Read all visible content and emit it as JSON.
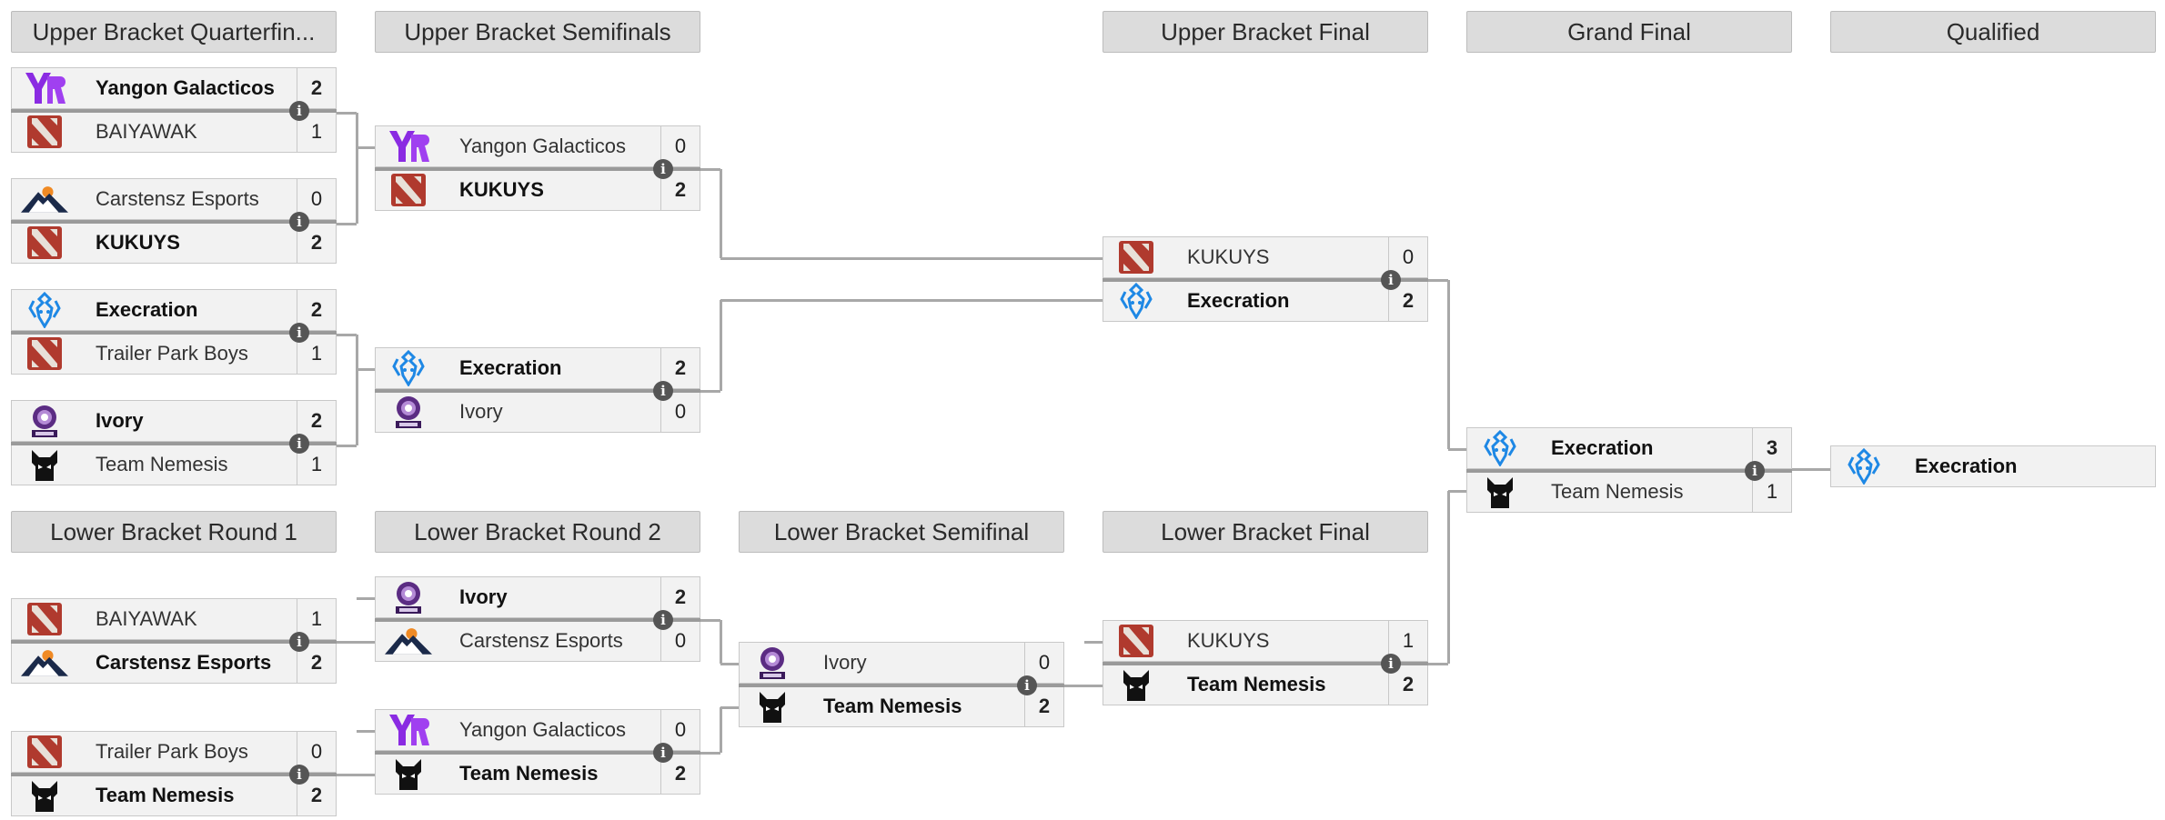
{
  "headers": {
    "ubqf": "Upper Bracket Quarterfin...",
    "ubsf": "Upper Bracket Semifinals",
    "ubf": "Upper Bracket Final",
    "gf": "Grand Final",
    "qualified": "Qualified",
    "lbr1": "Lower Bracket Round 1",
    "lbr2": "Lower Bracket Round 2",
    "lbsf": "Lower Bracket Semifinal",
    "lbf": "Lower Bracket Final"
  },
  "matches": {
    "ubqf1": {
      "top": {
        "name": "Yangon Galacticos",
        "score": "2",
        "logo": "yangon-logo"
      },
      "bottom": {
        "name": "BAIYAWAK",
        "score": "1",
        "logo": "dota-logo"
      }
    },
    "ubqf2": {
      "top": {
        "name": "Carstensz Esports",
        "score": "0",
        "logo": "carstensz-logo"
      },
      "bottom": {
        "name": "KUKUYS",
        "score": "2",
        "logo": "dota-logo"
      }
    },
    "ubqf3": {
      "top": {
        "name": "Execration",
        "score": "2",
        "logo": "execration-logo"
      },
      "bottom": {
        "name": "Trailer Park Boys",
        "score": "1",
        "logo": "dota-logo"
      }
    },
    "ubqf4": {
      "top": {
        "name": "Ivory",
        "score": "2",
        "logo": "ivory-logo"
      },
      "bottom": {
        "name": "Team Nemesis",
        "score": "1",
        "logo": "nemesis-logo"
      }
    },
    "ubsf1": {
      "top": {
        "name": "Yangon Galacticos",
        "score": "0",
        "logo": "yangon-logo"
      },
      "bottom": {
        "name": "KUKUYS",
        "score": "2",
        "logo": "dota-logo"
      }
    },
    "ubsf2": {
      "top": {
        "name": "Execration",
        "score": "2",
        "logo": "execration-logo"
      },
      "bottom": {
        "name": "Ivory",
        "score": "0",
        "logo": "ivory-logo"
      }
    },
    "ubf": {
      "top": {
        "name": "KUKUYS",
        "score": "0",
        "logo": "dota-logo"
      },
      "bottom": {
        "name": "Execration",
        "score": "2",
        "logo": "execration-logo"
      }
    },
    "gf": {
      "top": {
        "name": "Execration",
        "score": "3",
        "logo": "execration-logo"
      },
      "bottom": {
        "name": "Team Nemesis",
        "score": "1",
        "logo": "nemesis-logo"
      }
    },
    "lbr1a": {
      "top": {
        "name": "BAIYAWAK",
        "score": "1",
        "logo": "dota-logo"
      },
      "bottom": {
        "name": "Carstensz Esports",
        "score": "2",
        "logo": "carstensz-logo"
      }
    },
    "lbr1b": {
      "top": {
        "name": "Trailer Park Boys",
        "score": "0",
        "logo": "dota-logo"
      },
      "bottom": {
        "name": "Team Nemesis",
        "score": "2",
        "logo": "nemesis-logo"
      }
    },
    "lbr2a": {
      "top": {
        "name": "Ivory",
        "score": "2",
        "logo": "ivory-logo"
      },
      "bottom": {
        "name": "Carstensz Esports",
        "score": "0",
        "logo": "carstensz-logo"
      }
    },
    "lbr2b": {
      "top": {
        "name": "Yangon Galacticos",
        "score": "0",
        "logo": "yangon-logo"
      },
      "bottom": {
        "name": "Team Nemesis",
        "score": "2",
        "logo": "nemesis-logo"
      }
    },
    "lbsf": {
      "top": {
        "name": "Ivory",
        "score": "0",
        "logo": "ivory-logo"
      },
      "bottom": {
        "name": "Team Nemesis",
        "score": "2",
        "logo": "nemesis-logo"
      }
    },
    "lbf": {
      "top": {
        "name": "KUKUYS",
        "score": "1",
        "logo": "dota-logo"
      },
      "bottom": {
        "name": "Team Nemesis",
        "score": "2",
        "logo": "nemesis-logo"
      }
    }
  },
  "qualified": {
    "name": "Execration",
    "logo": "execration-logo"
  },
  "info_icon": "i",
  "colors": {
    "header_bg": "#dcdcdc",
    "row_bg": "#f2f2f2",
    "connector": "#a8a8a8",
    "yangon": "#8a2be2",
    "dota": "#b03a2e",
    "execration": "#1e88e5"
  }
}
